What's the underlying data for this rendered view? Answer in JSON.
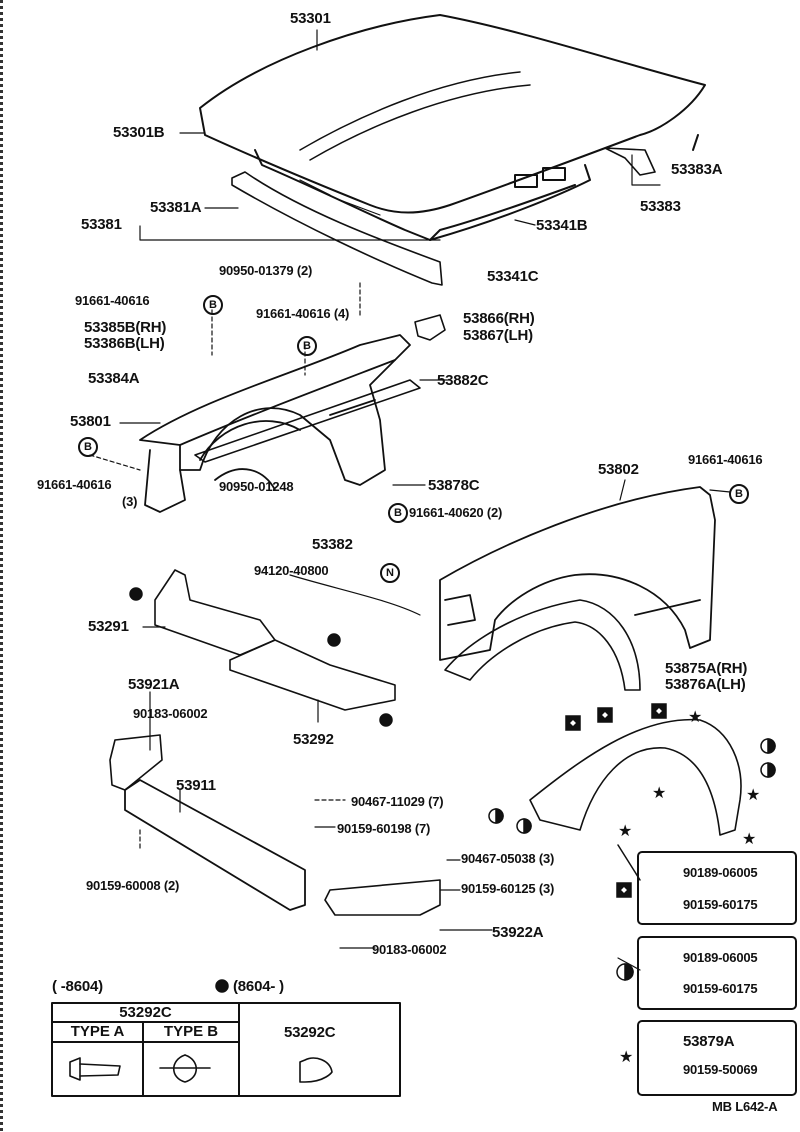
{
  "parts": {
    "p53301": "53301",
    "p53301B": "53301B",
    "p53383A": "53383A",
    "p53383": "53383",
    "p53381A": "53381A",
    "p53381": "53381",
    "p53341B": "53341B",
    "p53341C": "53341C",
    "p90950_01379": "90950-01379 (2)",
    "p91661_40616_a": "91661-40616",
    "p91661_40616_4": "91661-40616 (4)",
    "p53866": "53866",
    "p53866_sfx": "(RH)",
    "p53867": "53867",
    "p53867_sfx": "(LH)",
    "p53385B": "53385B",
    "p53385B_sfx": "(RH)",
    "p53386B": "53386B",
    "p53386B_sfx": "(LH)",
    "p53384A": "53384A",
    "p53882C": "53882C",
    "p53801": "53801",
    "p91661_40616_b": "91661-40616",
    "p91661_40616_b_qty": "(3)",
    "p90950_01248": "90950-01248",
    "p53878C": "53878C",
    "p91661_40620": "91661-40620 (2)",
    "p53802": "53802",
    "p91661_40616_c": "91661-40616",
    "p53382": "53382",
    "p94120_40800": "94120-40800",
    "p53291": "53291",
    "p53875A": "53875A",
    "p53875A_sfx": "(RH)",
    "p53876A": "53876A",
    "p53876A_sfx": "(LH)",
    "p53921A": "53921A",
    "p90183_06002_a": "90183-06002",
    "p53292": "53292",
    "p53911": "53911",
    "p90467_11029": "90467-11029 (7)",
    "p90159_60198": "90159-60198 (7)",
    "p90159_60008": "90159-60008 (2)",
    "p90467_05038": "90467-05038 (3)",
    "p90159_60125": "90159-60125 (3)",
    "p53922A": "53922A",
    "p90183_06002_b": "90183-06002"
  },
  "callouts": {
    "B": "B",
    "N": "N"
  },
  "legend": {
    "range_old": "(      -8604)",
    "range_new": "(8604-        )",
    "part": "53292C",
    "type_a": "TYPE A",
    "type_b": "TYPE B",
    "part_right": "53292C"
  },
  "fastener_sets": {
    "diamond": [
      "90189-06005",
      "90159-60175"
    ],
    "half_circle": [
      "90189-06005",
      "90159-60175"
    ],
    "star": [
      "53879A",
      "90159-50069"
    ]
  },
  "diagram_code": "MB L642-A"
}
